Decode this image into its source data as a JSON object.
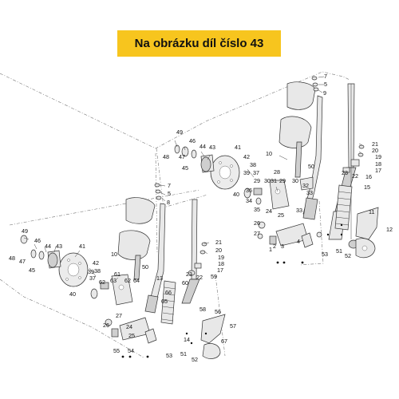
{
  "banner": {
    "text": "Na obrázku díl číslo 43"
  },
  "colors": {
    "banner_bg": "#f7c51e"
  },
  "callouts": {
    "c7": "7",
    "c5": "5",
    "c8": "8",
    "c9": "9",
    "c10": "10",
    "c49": "49",
    "c46": "46",
    "c44": "44",
    "c43": "43",
    "c48": "48",
    "c47": "47",
    "c45": "45",
    "c41": "41",
    "c42": "42",
    "c38": "38",
    "c39": "39",
    "c37": "37",
    "c28": "28",
    "c29": "29",
    "c30": "30",
    "c31": "31",
    "c32": "32",
    "c33": "33",
    "c36": "36",
    "c34": "34",
    "c35": "35",
    "c40": "40",
    "c21": "21",
    "c20": "20",
    "c19": "19",
    "c18": "18",
    "c17": "17",
    "c23": "23",
    "c22": "22",
    "c24": "24",
    "c25": "25",
    "c26": "26",
    "c27": "27",
    "c50": "50",
    "c15": "15",
    "c16": "16",
    "c11": "11",
    "c12": "12",
    "c1": "1",
    "c2": "2",
    "c3": "3",
    "c4": "4",
    "c51": "51",
    "c52": "52",
    "c53": "53",
    "c13": "13",
    "c14": "14",
    "c54": "54",
    "c55": "55",
    "c56": "56",
    "c57": "57",
    "c58": "58",
    "c59": "59",
    "c60": "60",
    "c61": "61",
    "c62": "62",
    "c63": "63",
    "c64": "64",
    "c65": "65",
    "c66": "66",
    "c67": "67"
  }
}
